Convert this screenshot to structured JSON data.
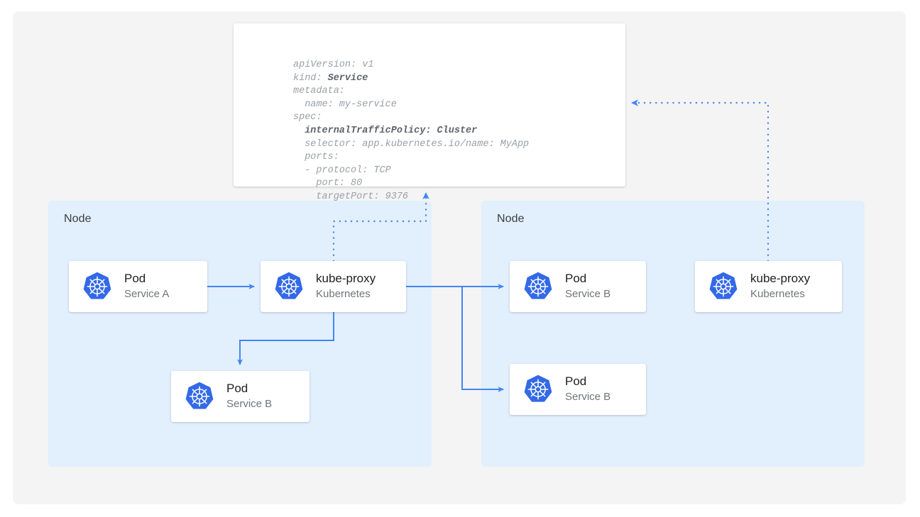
{
  "theme": {
    "page_background": "#ffffff",
    "canvas_background": "#f4f4f4",
    "node_background": "#e2effc",
    "card_background": "#ffffff",
    "arrow_color": "#4285f4",
    "dotted_color": "#5b8def",
    "kubernetes_blue": "#3369e8",
    "title_text": "#202124",
    "subtitle_text": "#70757a",
    "yaml_text": "#9aa0a6",
    "yaml_bold_text": "#5f6368"
  },
  "yaml_panel": {
    "name": "service-manifest",
    "lines": [
      {
        "text": "apiVersion: v1",
        "bold": false
      },
      {
        "text": "kind: Service",
        "bold": false,
        "bold_part": "Service"
      },
      {
        "text": "metadata:",
        "bold": false
      },
      {
        "text": "  name: my-service",
        "bold": false
      },
      {
        "text": "spec:",
        "bold": false
      },
      {
        "text": "  internalTrafficPolicy: Cluster",
        "bold": true
      },
      {
        "text": "  selector: app.kubernetes.io/name: MyApp",
        "bold": false
      },
      {
        "text": "  ports:",
        "bold": false
      },
      {
        "text": "  - protocol: TCP",
        "bold": false
      },
      {
        "text": "    port: 80",
        "bold": false
      },
      {
        "text": "    targetPort: 9376",
        "bold": false
      }
    ]
  },
  "nodes": [
    {
      "id": "node-left",
      "label": "Node"
    },
    {
      "id": "node-right",
      "label": "Node"
    }
  ],
  "cards": [
    {
      "id": "card-pod-a",
      "icon": "kubernetes-icon",
      "title": "Pod",
      "subtitle": "Service A"
    },
    {
      "id": "card-kube-proxy-l",
      "icon": "kubernetes-icon",
      "title": "kube-proxy",
      "subtitle": "Kubernetes"
    },
    {
      "id": "card-pod-b-local",
      "icon": "kubernetes-icon",
      "title": "Pod",
      "subtitle": "Service B"
    },
    {
      "id": "card-pod-b-1",
      "icon": "kubernetes-icon",
      "title": "Pod",
      "subtitle": "Service B"
    },
    {
      "id": "card-pod-b-2",
      "icon": "kubernetes-icon",
      "title": "Pod",
      "subtitle": "Service B"
    },
    {
      "id": "card-kube-proxy-r",
      "icon": "kubernetes-icon",
      "title": "kube-proxy",
      "subtitle": "Kubernetes"
    }
  ],
  "connectors": [
    {
      "name": "pod-a-to-kube-proxy",
      "style": "solid",
      "from": "card-pod-a",
      "to": "card-kube-proxy-l"
    },
    {
      "name": "kube-proxy-to-local-pod-b",
      "style": "solid",
      "from": "card-kube-proxy-l",
      "to": "card-pod-b-local"
    },
    {
      "name": "kube-proxy-to-remote-pod-b-1",
      "style": "solid",
      "from": "card-kube-proxy-l",
      "to": "card-pod-b-1"
    },
    {
      "name": "kube-proxy-to-remote-pod-b-2",
      "style": "solid",
      "from": "card-kube-proxy-l",
      "to": "card-pod-b-2"
    },
    {
      "name": "manifest-to-kube-proxy-left",
      "style": "dotted",
      "from": "card-kube-proxy-l",
      "to": "yaml-panel"
    },
    {
      "name": "manifest-to-kube-proxy-right",
      "style": "dotted",
      "from": "card-kube-proxy-r",
      "to": "yaml-panel"
    }
  ]
}
